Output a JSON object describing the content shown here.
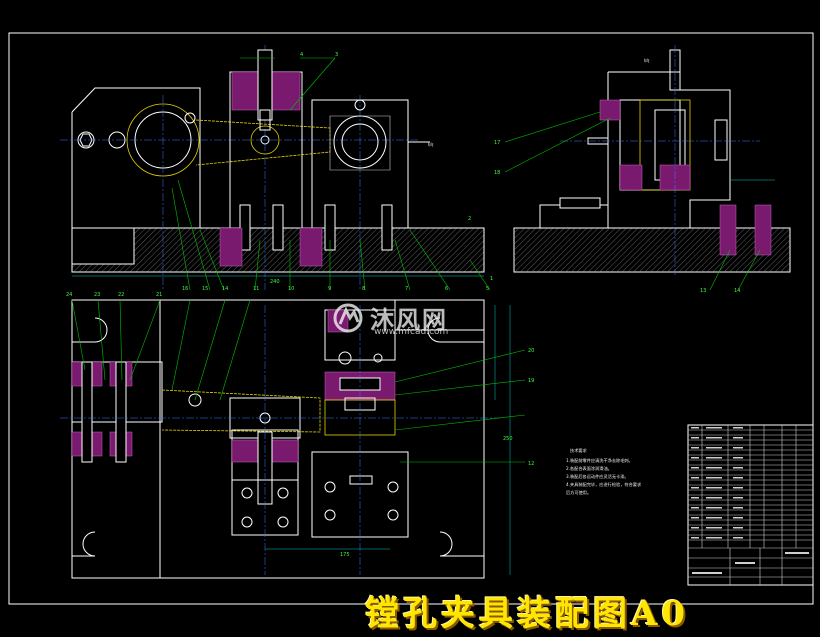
{
  "drawing": {
    "title": "镗孔夹具装配图A0",
    "watermark_main": "沐风网",
    "watermark_sub": "www.mfcad.com",
    "direction_label_front": "I向",
    "direction_label_side": "I向",
    "dim_overall_length": "240",
    "dim_lower_width": "175",
    "dim_lower_height": "250"
  },
  "part_callouts_top": [
    "16",
    "15",
    "14",
    "11",
    "10",
    "9",
    "8",
    "7",
    "6",
    "5",
    "4",
    "3",
    "2",
    "1"
  ],
  "part_callouts_side": [
    "17",
    "18",
    "13",
    "14"
  ],
  "part_callouts_plan": [
    "24",
    "23",
    "22",
    "21",
    "20",
    "19",
    "12"
  ],
  "tech_notes": {
    "heading": "技术要求",
    "lines": [
      "1.装配前零件应清洗干净去除毛刺。",
      "2.各配合表面涂润滑油。",
      "3.装配后各运动件应灵活无卡滞。",
      "4.夹具装配完毕，应进行检验，符合要求",
      "后方可使用。"
    ]
  },
  "colors": {
    "background": "#000000",
    "title": "#ffe600",
    "hatch": "#7a1a6e",
    "part_outline": "#e8d200",
    "leader": "#00c000",
    "center_line": "#3a7bff"
  }
}
